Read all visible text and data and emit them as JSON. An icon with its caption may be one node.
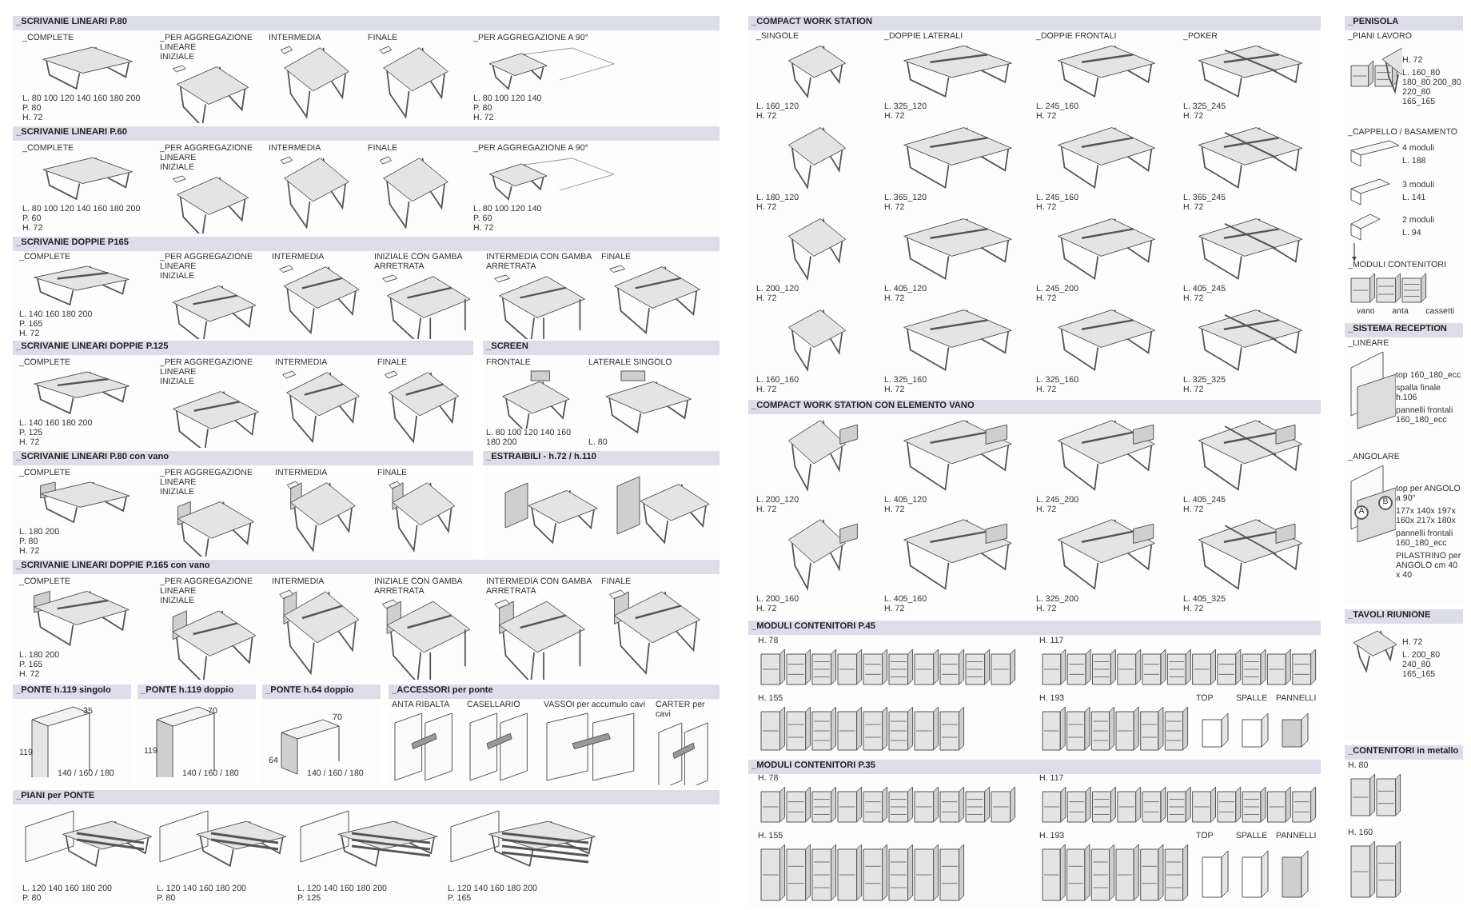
{
  "diagram": {
    "nodes": [
      {
        "text": [
          "_SCRIVANIE LINEARI P.80"
        ]
      },
      {
        "text": [
          "_COMPLETE",
          "L. 80 100 120 140 160 180 200",
          "P. 80",
          "H. 72"
        ],
        "in": 0
      },
      {
        "text": [
          "_PER AGGREGAZIONE LINEARE",
          "INIZIALE"
        ],
        "in": 0
      },
      {
        "text": [
          "INTERMEDIA"
        ],
        "in": 0
      },
      {
        "text": [
          "FINALE"
        ],
        "in": 0
      },
      {
        "text": [
          "_PER AGGREGAZIONE A 90°",
          "L. 80 100 120 140",
          "P. 80",
          "H. 72"
        ],
        "in": 0
      },
      {
        "text": [
          "_SCRIVANIE LINEARI P.60"
        ]
      },
      {
        "text": [
          "_COMPLETE",
          "L. 80 100 120 140 160 180 200",
          "P. 60",
          "H. 72"
        ],
        "in": 6
      },
      {
        "text": [
          "_PER AGGREGAZIONE LINEARE",
          "INIZIALE"
        ],
        "in": 6
      },
      {
        "text": [
          "INTERMEDIA"
        ],
        "in": 6
      },
      {
        "text": [
          "FINALE"
        ],
        "in": 6
      },
      {
        "text": [
          "_PER AGGREGAZIONE A 90°",
          "L. 80 100 120 140",
          "P. 60",
          "H. 72"
        ],
        "in": 6
      },
      {
        "text": [
          "_SCRIVANIE DOPPIE P165"
        ]
      },
      {
        "text": [
          "_COMPLETE",
          "L. 140 160 180 200",
          "P. 165",
          "H. 72"
        ],
        "in": 12
      },
      {
        "text": [
          "_PER AGGREGAZIONE LINEARE",
          "INIZIALE"
        ],
        "in": 12
      },
      {
        "text": [
          "INTERMEDIA"
        ],
        "in": 12
      },
      {
        "text": [
          "INIZIALE CON GAMBA ARRETRATA"
        ],
        "in": 12
      },
      {
        "text": [
          "INTERMEDIA CON GAMBA ARRETRATA"
        ],
        "in": 12
      },
      {
        "text": [
          "FINALE"
        ],
        "in": 12
      },
      {
        "text": [
          "_SCRIVANIE LINEARI DOPPIE P.125"
        ]
      },
      {
        "text": [
          "_COMPLETE",
          "L. 140 160 180 200",
          "P. 125",
          "H. 72"
        ],
        "in": 19
      },
      {
        "text": [
          "_PER AGGREGAZIONE LINEARE",
          "INIZIALE"
        ],
        "in": 19
      },
      {
        "text": [
          "INTERMEDIA"
        ],
        "in": 19
      },
      {
        "text": [
          "FINALE"
        ],
        "in": 19
      },
      {
        "text": [
          "_SCREEN"
        ]
      },
      {
        "text": [
          "FRONTALE",
          "L. 80 100 120 140 160 180 200"
        ],
        "in": 24
      },
      {
        "text": [
          "LATERALE SINGOLO",
          "L. 80"
        ],
        "in": 24
      },
      {
        "text": [
          "_SCRIVANIE LINEARI P.80 con vano"
        ]
      },
      {
        "text": [
          "_COMPLETE",
          "L. 180 200",
          "P. 80",
          "H. 72"
        ],
        "in": 27
      },
      {
        "text": [
          "_PER AGGREGAZIONE LINEARE",
          "INIZIALE"
        ],
        "in": 27
      },
      {
        "text": [
          "INTERMEDIA"
        ],
        "in": 27
      },
      {
        "text": [
          "FINALE"
        ],
        "in": 27
      },
      {
        "text": [
          "_ESTRAIBILI - h.72 / h.110"
        ]
      },
      {
        "text": [
          "_SCRIVANIE LINEARI DOPPIE P.165 con vano"
        ]
      },
      {
        "text": [
          "_COMPLETE",
          "L. 180 200",
          "P. 165",
          "H. 72"
        ],
        "in": 33
      },
      {
        "text": [
          "_PER AGGREGAZIONE LINEARE",
          "INIZIALE"
        ],
        "in": 33
      },
      {
        "text": [
          "INTERMEDIA"
        ],
        "in": 33
      },
      {
        "text": [
          "INIZIALE CON GAMBA ARRETRATA"
        ],
        "in": 33
      },
      {
        "text": [
          "INTERMEDIA CON GAMBA ARRETRATA"
        ],
        "in": 33
      },
      {
        "text": [
          "FINALE"
        ],
        "in": 33
      },
      {
        "text": [
          "_PONTE h.119 singolo"
        ]
      },
      {
        "text": [
          "_PONTE h.119 doppio"
        ]
      },
      {
        "text": [
          "_PONTE h.64 doppio"
        ]
      },
      {
        "text": [
          "_ACCESSORI per ponte"
        ]
      },
      {
        "text": [
          "ANTA RIBALTA"
        ],
        "in": 43
      },
      {
        "text": [
          "CASELLARIO"
        ],
        "in": 43
      },
      {
        "text": [
          "VASSOI per accumulo cavi"
        ],
        "in": 43
      },
      {
        "text": [
          "CARTER per cavi"
        ],
        "in": 43
      },
      {
        "text": [
          "_PIANI per PONTE"
        ]
      },
      {
        "text": [
          "L. 120 140 160 180 200",
          "P. 80"
        ],
        "in": 48
      },
      {
        "text": [
          "L. 120 140 160 180 200",
          "P. 80"
        ],
        "in": 48
      },
      {
        "text": [
          "L. 120 140 160 180 200",
          "P. 125"
        ],
        "in": 48
      },
      {
        "text": [
          "L. 120 140 160 180 200",
          "P. 165"
        ],
        "in": 48
      },
      {
        "text": [
          "_COMPACT WORK STATION"
        ]
      },
      {
        "text": [
          "_SINGOLE",
          "L. 160_120",
          "H. 72"
        ],
        "in": 53
      },
      {
        "text": [
          "_DOPPIE LATERALI",
          "L. 325_120",
          "H. 72"
        ],
        "in": 53
      },
      {
        "text": [
          "_DOPPIE FRONTALI",
          "L. 245_160",
          "H. 72"
        ],
        "in": 53
      },
      {
        "text": [
          "_POKER",
          "L. 325_245",
          "H. 72"
        ],
        "in": 53
      },
      {
        "text": [
          "L. 180_120",
          "H. 72"
        ],
        "in": 53
      },
      {
        "text": [
          "L. 365_120",
          "H. 72"
        ],
        "in": 53
      },
      {
        "text": [
          "L. 245_160",
          "H. 72"
        ],
        "in": 53
      },
      {
        "text": [
          "L. 365_245",
          "H. 72"
        ],
        "in": 53
      },
      {
        "text": [
          "L. 200_120",
          "H. 72"
        ],
        "in": 53
      },
      {
        "text": [
          "L. 405_120",
          "H. 72"
        ],
        "in": 53
      },
      {
        "text": [
          "L. 245_200",
          "H. 72"
        ],
        "in": 53
      },
      {
        "text": [
          "L. 405_245",
          "H. 72"
        ],
        "in": 53
      },
      {
        "text": [
          "L. 160_160",
          "H. 72"
        ],
        "in": 53
      },
      {
        "text": [
          "L. 325_160",
          "H. 72"
        ],
        "in": 53
      },
      {
        "text": [
          "L. 325_160",
          "H. 72"
        ],
        "in": 53
      },
      {
        "text": [
          "L. 325_325",
          "H. 72"
        ],
        "in": 53
      },
      {
        "text": [
          "_COMPACT WORK STATION CON ELEMENTO VANO"
        ]
      },
      {
        "text": [
          "L. 200_120",
          "H. 72"
        ],
        "in": 70
      },
      {
        "text": [
          "L. 405_120",
          "H. 72"
        ],
        "in": 70
      },
      {
        "text": [
          "L. 245_200",
          "H. 72"
        ],
        "in": 70
      },
      {
        "text": [
          "L. 405_245",
          "H. 72"
        ],
        "in": 70
      },
      {
        "text": [
          "L. 200_160",
          "H. 72"
        ],
        "in": 70
      },
      {
        "text": [
          "L. 405_160",
          "H. 72"
        ],
        "in": 70
      },
      {
        "text": [
          "L. 325_200",
          "H. 72"
        ],
        "in": 70
      },
      {
        "text": [
          "L. 405_325",
          "H. 72"
        ],
        "in": 70
      },
      {
        "text": [
          "_MODULI CONTENITORI P.45"
        ]
      },
      {
        "text": [
          "H. 78"
        ],
        "in": 79
      },
      {
        "text": [
          "H. 117"
        ],
        "in": 79
      },
      {
        "text": [
          "H. 155"
        ],
        "in": 79
      },
      {
        "text": [
          "H. 193"
        ],
        "in": 79
      },
      {
        "text": [
          "TOP"
        ],
        "in": 79
      },
      {
        "text": [
          "SPALLE"
        ],
        "in": 79
      },
      {
        "text": [
          "PANNELLI"
        ],
        "in": 79
      },
      {
        "text": [
          "_MODULI CONTENITORI P.35"
        ]
      },
      {
        "text": [
          "H. 78"
        ],
        "in": 87
      },
      {
        "text": [
          "H. 117"
        ],
        "in": 87
      },
      {
        "text": [
          "H. 155"
        ],
        "in": 87
      },
      {
        "text": [
          "H. 193"
        ],
        "in": 87
      },
      {
        "text": [
          "TOP"
        ],
        "in": 87
      },
      {
        "text": [
          "SPALLE"
        ],
        "in": 87
      },
      {
        "text": [
          "PANNELLI"
        ],
        "in": 87
      },
      {
        "text": [
          "_PENISOLA"
        ]
      },
      {
        "text": [
          "_PIANI LAVORO",
          "H. 72",
          "L. 160_80 180_80 200_80 220_80 165_165"
        ],
        "in": 95
      },
      {
        "text": [
          "_CAPPELLO / BASAMENTO",
          "4 moduli",
          "L. 188"
        ],
        "in": 95
      },
      {
        "text": [
          "3 moduli",
          "L. 141"
        ],
        "in": 95
      },
      {
        "text": [
          "2 moduli",
          "L. 94"
        ],
        "in": 95
      },
      {
        "text": [
          "_MODULI CONTENITORI",
          "vano",
          "anta",
          "cassetti"
        ],
        "in": 95
      },
      {
        "text": [
          "_SISTEMA RECEPTION"
        ]
      },
      {
        "text": [
          "_LINEARE",
          "top 160_180_ecc",
          "spalla finale h.106",
          "pannelli frontali 160_180_ecc"
        ],
        "in": 101
      },
      {
        "text": [
          "_ANGOLARE",
          "top per ANGOLO a 90°",
          "177x 140x 197x 160x 217x 180x",
          "pannelli frontali 160_180_ecc",
          "PILASTRINO per ANGOLO cm 40 x 40"
        ],
        "in": 101
      },
      {
        "text": [
          "_TAVOLI RIUNIONE"
        ]
      },
      {
        "text": [
          "H. 72",
          "L. 200_80 240_80 165_165"
        ],
        "in": 104
      },
      {
        "text": [
          "_CONTENITORI in metallo"
        ]
      },
      {
        "text": [
          "H. 80"
        ],
        "in": 106
      },
      {
        "text": [
          "H. 160"
        ],
        "in": 106
      }
    ],
    "edges": [
      {
        "from": 99,
        "to": 100,
        "arrow": "to"
      }
    ],
    "labels": [
      "35",
      "119",
      "140 / 160 / 180",
      "70",
      "119",
      "140 / 160 / 180",
      "70",
      "64",
      "140 / 160 / 180",
      "A",
      "B"
    ]
  }
}
